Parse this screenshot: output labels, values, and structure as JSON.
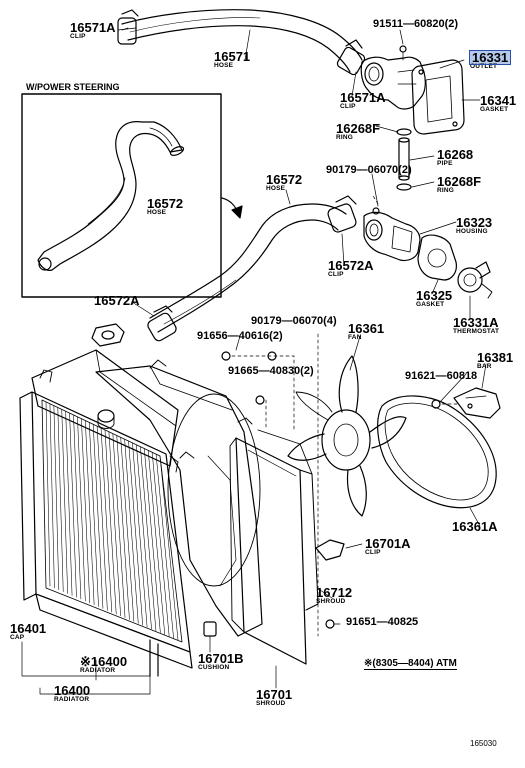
{
  "inset_title": "W/POWER STEERING",
  "footnote": "※(8305—8404) ATM",
  "figure_code": "165030",
  "parts": [
    {
      "number": "16571A",
      "name": "CLIP"
    },
    {
      "number": "16571",
      "name": "HOSE"
    },
    {
      "number": "91511—60820(2)",
      "name": ""
    },
    {
      "number": "16331",
      "name": "OUTLET",
      "highlighted": true
    },
    {
      "number": "16571A",
      "name": "CLIP"
    },
    {
      "number": "16341",
      "name": "GASKET"
    },
    {
      "number": "16268F",
      "name": "RING"
    },
    {
      "number": "16268",
      "name": "PIPE"
    },
    {
      "number": "90179—06070(2)",
      "name": ""
    },
    {
      "number": "16268F",
      "name": "RING"
    },
    {
      "number": "16572",
      "name": "HOSE"
    },
    {
      "number": "16572",
      "name": "HOSE"
    },
    {
      "number": "16323",
      "name": "HOUSING"
    },
    {
      "number": "16572A",
      "name": "CLIP"
    },
    {
      "number": "16325",
      "name": "GASKET"
    },
    {
      "number": "16572A",
      "name": ""
    },
    {
      "number": "16331A",
      "name": "THERMOSTAT"
    },
    {
      "number": "90179—06070(4)",
      "name": ""
    },
    {
      "number": "16361",
      "name": "FAN"
    },
    {
      "number": "91656—40616(2)",
      "name": ""
    },
    {
      "number": "16381",
      "name": "BAR"
    },
    {
      "number": "91665—40830(2)",
      "name": ""
    },
    {
      "number": "91621—60818",
      "name": ""
    },
    {
      "number": "16361A",
      "name": ""
    },
    {
      "number": "16701A",
      "name": "CLIP"
    },
    {
      "number": "16712",
      "name": "SHROUD"
    },
    {
      "number": "91651—40825",
      "name": ""
    },
    {
      "number": "16401",
      "name": "CAP"
    },
    {
      "number": "※16400",
      "name": "RADIATOR"
    },
    {
      "number": "16701B",
      "name": "CUSHION"
    },
    {
      "number": "16400",
      "name": "RADIATOR"
    },
    {
      "number": "16701",
      "name": "SHROUD"
    }
  ]
}
